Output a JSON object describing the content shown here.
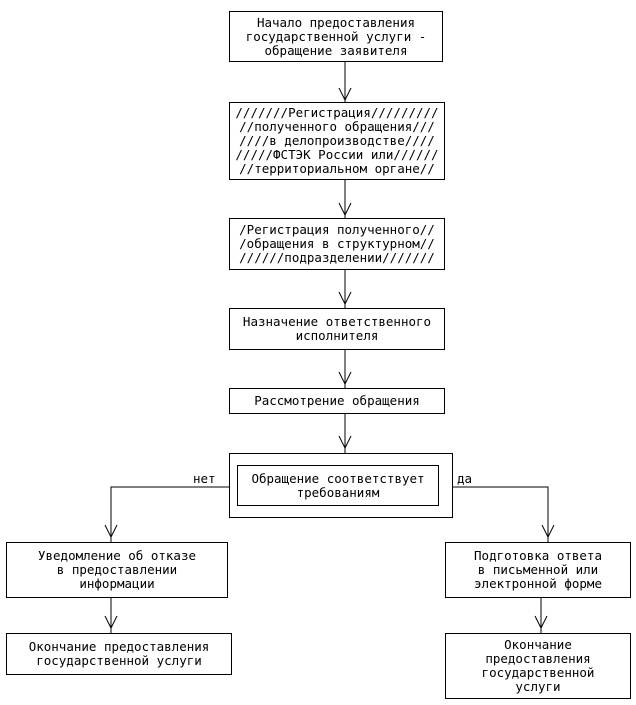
{
  "nodes": {
    "start": "Начало предоставления\nгосударственной услуги -\nобращение заявителя",
    "reg_fstek": "///////Регистрация/////////\n//полученного обращения///\n////в делопроизводстве////\n/////ФСТЭК России или//////\n//территориальном органе//",
    "reg_dept": "/Регистрация полученного//\n/обращения в структурном//\n//////подразделении///////",
    "assign": "Назначение ответственного\nисполнителя",
    "review": "Рассмотрение обращения",
    "decision": "Обращение соответствует\nтребованиям",
    "refusal": "Уведомление об отказе\nв предоставлении\nинформации",
    "prepare": "Подготовка ответа\nв письменной или\nэлектронной форме",
    "end_left": "Окончание предоставления\nгосударственной услуги",
    "end_right": "Окончание\nпредоставления\nгосударственной\nуслуги"
  },
  "branch_labels": {
    "no": "нет",
    "yes": "да"
  }
}
